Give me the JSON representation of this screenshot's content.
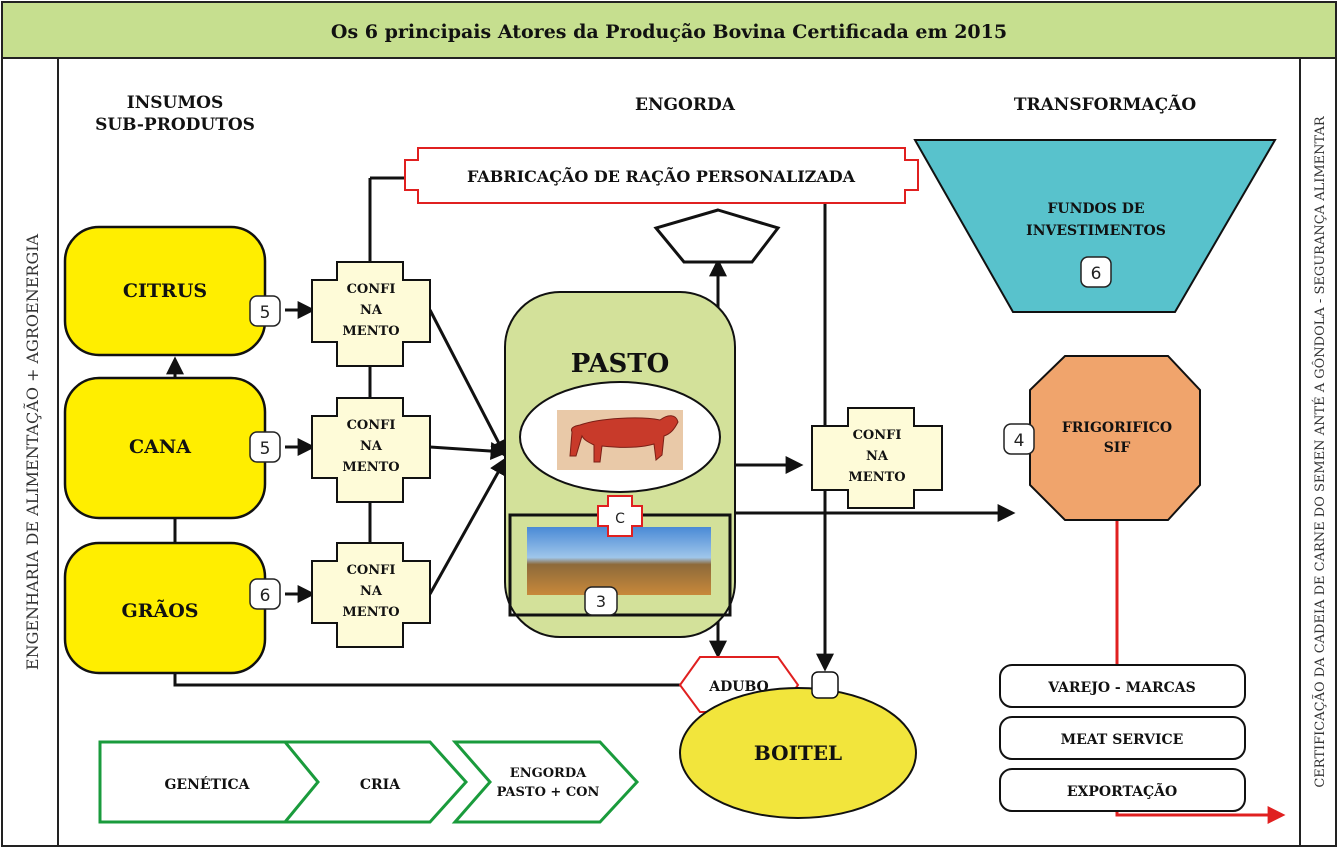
{
  "title": "Os 6 principais Atores da Produção Bovina Certificada em 2015",
  "left_side_label": "ENGENHARIA DE ALIMENTAÇÃO + AGROENERGIA",
  "right_side_label": "CERTIFICAÇÃO DA CADEIA DE CARNE DO SEMEN ANTÉ A GÔNDOLA - SEGURANÇA ALIMENTAR",
  "columns": {
    "insumos_line1": "INSUMOS",
    "insumos_line2": "SUB-PRODUTOS",
    "engorda": "ENGORDA",
    "transformacao": "TRANSFORMAÇÃO"
  },
  "inputs": {
    "citrus": "CITRUS",
    "cana": "CANA",
    "graos": "GRÃOS"
  },
  "input_badges": {
    "citrus": "5",
    "cana": "5",
    "graos": "6"
  },
  "confinamento": {
    "line1": "CONFI",
    "line2": "NA",
    "line3": "MENTO"
  },
  "racao": "FABRICAÇÃO DE RAÇÃO PERSONALIZADA",
  "pasto": {
    "title": "PASTO",
    "cross_label": "C",
    "badge": "3"
  },
  "adubo": "ADUBO",
  "boitel": "BOITEL",
  "fundos": {
    "line1": "FUNDOS DE",
    "line2": "INVESTIMENTOS",
    "badge": "6"
  },
  "frigorifico": {
    "line1": "FRIGORIFICO",
    "line2": "SIF",
    "badge": "4"
  },
  "outlets": [
    "VAREJO - MARCAS",
    "MEAT SERVICE",
    "EXPORTAÇÃO"
  ],
  "chain": [
    {
      "line1": "GENÉTICA",
      "line2": ""
    },
    {
      "line1": "CRIA",
      "line2": ""
    },
    {
      "line1": "ENGORDA",
      "line2": "PASTO + CON"
    }
  ],
  "colors": {
    "header_green": "#c6df8f",
    "input_yellow": "#ffee00",
    "cream": "#fefbd8",
    "pasto_green": "#d3e19a",
    "fundos_teal": "#58c2cc",
    "frigorifico_orange": "#f0a46c",
    "boitel_yellow": "#f2e53c",
    "chain_green": "#1a9b3c",
    "red": "#e02020"
  }
}
